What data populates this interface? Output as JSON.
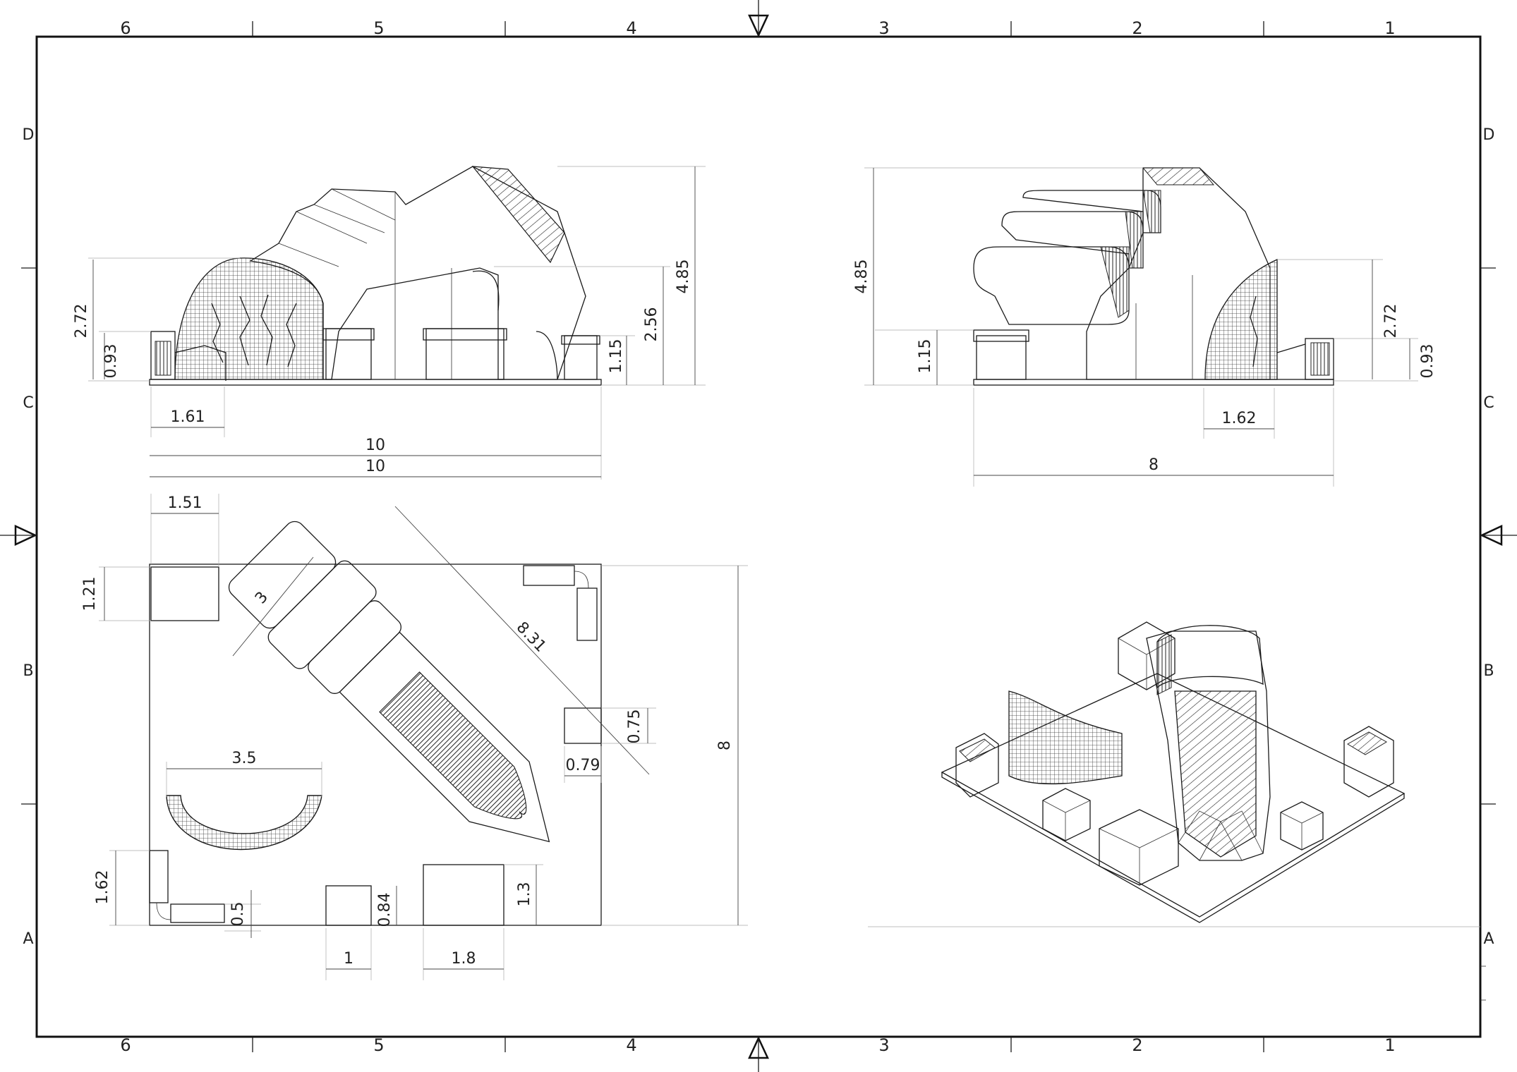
{
  "sheet": {
    "zone_columns": [
      "6",
      "5",
      "4",
      "3",
      "2",
      "1"
    ],
    "zone_rows": [
      "D",
      "C",
      "B",
      "A"
    ]
  },
  "front_view": {
    "dims": {
      "h_272": "2.72",
      "h_093": "0.93",
      "w_161": "1.61",
      "w_10a": "10",
      "w_10b": "10",
      "h_115": "1.15",
      "h_256": "2.56",
      "h_485": "4.85"
    }
  },
  "side_view": {
    "dims": {
      "h_485": "4.85",
      "h_115": "1.15",
      "h_272": "2.72",
      "h_093": "0.93",
      "w_162": "1.62",
      "w_8": "8"
    }
  },
  "plan_view": {
    "dims": {
      "w_151": "1.51",
      "h_121": "1.21",
      "d_3": "3",
      "d_831": "8.31",
      "w_35": "3.5",
      "h_075": "0.75",
      "w_079": "0.79",
      "h_8": "8",
      "h_162": "1.62",
      "h_05": "0.5",
      "h_084": "0.84",
      "h_13": "1.3",
      "w_1": "1",
      "w_18": "1.8"
    }
  },
  "colors": {
    "ink": "#1a1a1a",
    "paper": "#ffffff",
    "dim_line": "#444444"
  }
}
